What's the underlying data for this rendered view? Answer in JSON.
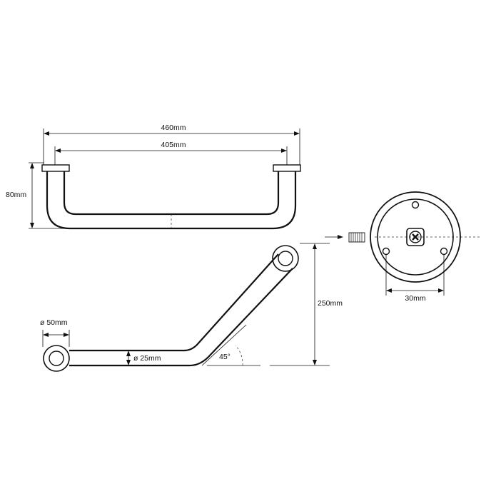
{
  "dimensions": {
    "overall_length": "460mm",
    "center_length": "405mm",
    "depth": "80mm",
    "height": "250mm",
    "flange_diameter": "ø 50mm",
    "tube_diameter": "ø 25mm",
    "angle": "45°",
    "screw_spacing": "30mm"
  },
  "colors": {
    "line": "#111111",
    "background": "#ffffff"
  }
}
